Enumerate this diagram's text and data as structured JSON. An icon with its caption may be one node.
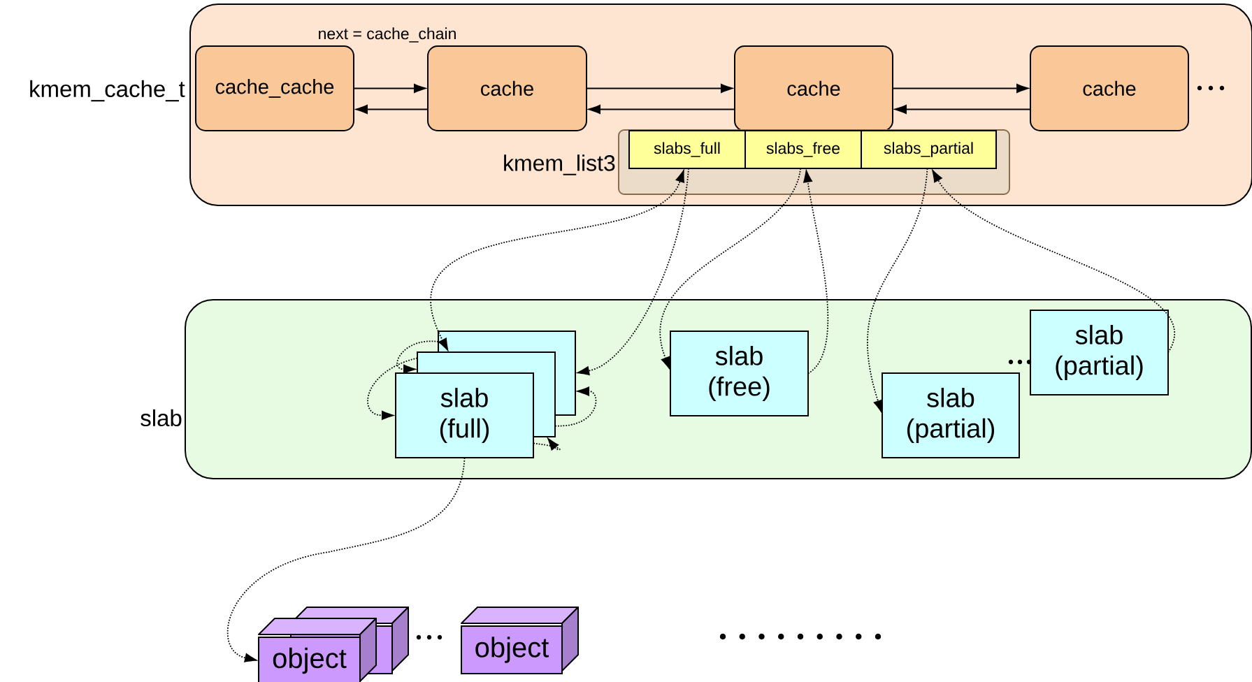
{
  "diagram": {
    "nodes": [
      {
        "text": [
          "kmem_cache_t"
        ]
      },
      {
        "text": [
          "cache_cache"
        ],
        "in": 0
      },
      {
        "text": [
          "cache"
        ],
        "in": 0
      },
      {
        "text": [
          "cache"
        ],
        "in": 0
      },
      {
        "text": [
          "cache"
        ],
        "in": 0
      },
      {
        "text": [
          "kmem_list3"
        ],
        "in": 0
      },
      {
        "text": [
          "slabs_full"
        ],
        "in": 5
      },
      {
        "text": [
          "slabs_free"
        ],
        "in": 5
      },
      {
        "text": [
          "slabs_partial"
        ],
        "in": 5
      },
      {
        "text": [
          "slab"
        ]
      },
      {
        "text": [],
        "shape": "box",
        "in": 9
      },
      {
        "text": [],
        "shape": "box",
        "in": 9
      },
      {
        "text": [
          "slab (full)"
        ],
        "in": 9
      },
      {
        "text": [
          "slab (free)"
        ],
        "in": 9
      },
      {
        "text": [
          "slab (partial)"
        ],
        "in": 9
      },
      {
        "text": [
          "slab (partial)"
        ],
        "in": 9
      },
      {
        "text": [
          "object"
        ]
      },
      {
        "text": [],
        "shape": "box"
      },
      {
        "text": [
          "object"
        ]
      }
    ],
    "edges": [
      {
        "from": 1,
        "to": 2,
        "arrow": "to"
      },
      {
        "from": 2,
        "to": 1,
        "arrow": "to"
      },
      {
        "from": 2,
        "to": 3,
        "arrow": "to"
      },
      {
        "from": 3,
        "to": 2,
        "arrow": "to"
      },
      {
        "from": 3,
        "to": 4,
        "arrow": "to"
      },
      {
        "from": 4,
        "to": 3,
        "arrow": "to"
      },
      {
        "from": 6,
        "to": 10,
        "arrow": "to",
        "style": "dashed"
      },
      {
        "from": 6,
        "to": 11,
        "arrow": "both",
        "style": "dashed"
      },
      {
        "from": 12,
        "to": 11,
        "arrow": "to",
        "style": "dashed"
      },
      {
        "from": 11,
        "to": 10,
        "arrow": "to",
        "style": "dashed"
      },
      {
        "from": 10,
        "to": 11,
        "arrow": "to",
        "style": "dashed"
      },
      {
        "from": 11,
        "to": 12,
        "arrow": "to",
        "style": "dashed"
      },
      {
        "from": 7,
        "to": 13,
        "arrow": "to",
        "style": "dashed"
      },
      {
        "from": 13,
        "to": 7,
        "arrow": "to",
        "style": "dashed"
      },
      {
        "from": 8,
        "to": 14,
        "arrow": "to",
        "style": "dashed"
      },
      {
        "from": 15,
        "to": 8,
        "arrow": "to",
        "style": "dashed"
      },
      {
        "from": 12,
        "to": 16,
        "arrow": "to",
        "style": "dashed"
      }
    ],
    "labels": [
      "next = cache_chain"
    ]
  }
}
